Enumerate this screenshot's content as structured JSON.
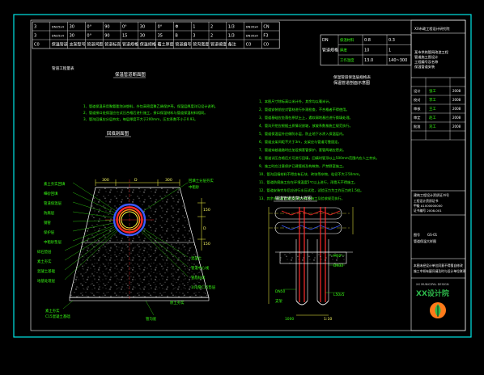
{
  "drawing": {
    "left_section_title": "保温管道断面图",
    "left_section_subtitle": "回填剖面图",
    "right_section_title": "保温管道剖面示意图",
    "right_detail_title": "输送管道支架大样图",
    "dims_top": [
      "300",
      "D",
      "300"
    ],
    "dims_right": [
      "150",
      "D",
      "150"
    ],
    "left_labels": [
      "素土夯实回填",
      "细砂回填",
      "管道保温层",
      "防腐层",
      "钢管",
      "保护层",
      "中粗砂垫层",
      "碎石垫层",
      "素土夯实",
      "混凝土基础",
      "地基处理层"
    ],
    "right_labels": [
      "回填土分层夯实",
      "中粗砂",
      "混凝土",
      "管道中心线",
      "管底标高",
      "100厚C15垫层",
      "原土夯实"
    ],
    "bottom_labels": [
      "素土夯实",
      "C15混凝土基础",
      "管沟底"
    ],
    "detail_labels": [
      "DN50",
      "支架",
      "M12",
      "DN32",
      "L50x5",
      "1000"
    ],
    "scale_note": "1:10"
  },
  "notes_left": [
    "1、管道保温采用聚氨酯泡沫塑料，外包高密度聚乙烯保护壳，保温层厚度详见设计说明。",
    "2、管道接口处保温应在试压合格后进行施工，接口保温材料与管道保温材料相同。",
    "3、管沟回填应分层夯实，每层厚度不大于200mm，压实系数不小于0.93。"
  ],
  "notes_right": [
    "1、本图尺寸除标高以米计外，其余均以毫米计。",
    "2、管道安装前应对管材进行外观检查，不合格者不得使用。",
    "3、管道基础应坐落在原状土上，遇软弱地基应进行换填处理。",
    "4、管沟开挖应根据土质情况放坡，放坡系数按施工规范执行。",
    "5、管道保温层外应做防水层，防止地下水渗入保温层内。",
    "6、管道支架间距不大于3m，支架应与管道可靠固定。",
    "7、管道穿越道路时应加设钢套管保护，套管两端应密封。",
    "8、管道试压合格后方可进行回填，回填时管顶以上500mm范围内应人工夯实。",
    "9、施工时应注意保护已建管线及构筑物，严禁野蛮施工。",
    "10、管沟回填材料不得含有石块、砖块等杂物，粒径不大于50mm。",
    "11、管道防腐施工应在环境温度5℃以上进行，雨雪天不得施工。",
    "12、管道安装完毕后应进行水压试验，试验压力为工作压力的1.5倍。",
    "13、其余未尽事宜按国家现行有关施工及验收规范执行。"
  ],
  "header_table": {
    "rows": [
      [
        "3",
        "DN25x4",
        "30",
        "0°",
        "90",
        "0°",
        "30",
        "0°",
        "Φ",
        "1",
        "2",
        "1/3",
        "DN30x4",
        "CN"
      ],
      [
        "3",
        "DN25x4",
        "30",
        "0°",
        "90",
        "15",
        "30",
        "35",
        "B",
        "3",
        "2",
        "1/3",
        "DN30x4",
        "F3"
      ],
      [
        "C0",
        "保温管道",
        "支架型号",
        "管道间距",
        "管道标高",
        "管道规格",
        "保温规格",
        "覆土厚度",
        "管道编号",
        "管沟宽度",
        "管道坡度",
        "备注",
        "C0",
        "C0"
      ]
    ],
    "caption": "管道工程量表"
  },
  "spec_table": {
    "rows": [
      [
        "DN",
        "保温材料",
        "0.8",
        "0.3"
      ],
      [
        "管道规格",
        "厚度",
        "10",
        "1"
      ],
      [
        "",
        "工作温度",
        "13.0",
        "140~300"
      ]
    ],
    "caption": "保温管道保温层规格表"
  },
  "title_block": {
    "company": "XX市政工程设计研究院",
    "project_lines": [
      "某市供热管网改造工程",
      "管道施工图设计",
      "工程编号及名称",
      "保温管道安装"
    ],
    "rows": [
      {
        "label": "设计",
        "name": "张工",
        "date": "2008"
      },
      {
        "label": "校对",
        "name": "李工",
        "date": "2008"
      },
      {
        "label": "审核",
        "name": "王工",
        "date": "2008"
      },
      {
        "label": "审定",
        "name": "赵工",
        "date": "2008"
      },
      {
        "label": "批准",
        "name": "刘工",
        "date": "2008"
      }
    ],
    "cert": "建筑工程设计资质证书号",
    "cert_lines": [
      "工程设计资质证书",
      "甲级 A1000000000",
      "证书编号 2008-001"
    ],
    "drawing_name": "管道保温大样图",
    "drawing_no_label": "图号",
    "drawing_no": "GS-01",
    "footer_lines": [
      "本图未经设计单位同意不得擅自修改",
      "施工中如有疑问请及时与设计单位联系"
    ],
    "logo_text": "XX设计院",
    "logo_caption": "XX MUNICIPAL DESIGN"
  },
  "colors": {
    "frame": "#00e5e5",
    "annotation": "#39ff14",
    "text": "#ffffff",
    "pipe_red": "#ff2a2a",
    "pipe_blue": "#3a5bff",
    "pipe_orange": "#ff8c1a",
    "dim_yellow": "#ffff44",
    "logo_green": "#2db84a",
    "logo_orange": "#ff7a1a"
  }
}
